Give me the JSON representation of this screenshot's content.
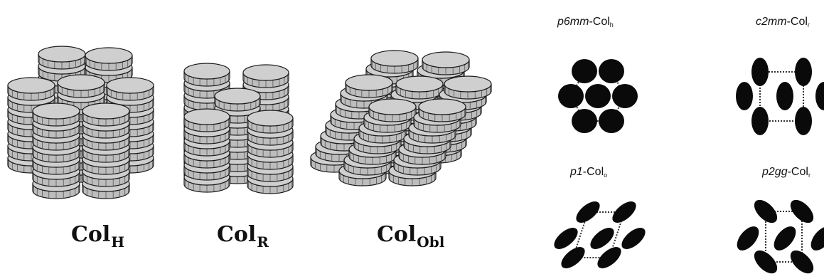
{
  "stack_labels": [
    {
      "id": "hexagonal",
      "main": "Col",
      "sub": "H"
    },
    {
      "id": "rectangular",
      "main": "Col",
      "sub": "R"
    },
    {
      "id": "oblique",
      "main": "Col",
      "sub": "Obl"
    }
  ],
  "symmetry_labels": [
    {
      "id": "p6mm",
      "group": "p6mm",
      "phase": "-Col",
      "sub": "h"
    },
    {
      "id": "c2mm",
      "group": "c2mm",
      "phase": "-Col",
      "sub": "r"
    },
    {
      "id": "p1",
      "group": "p1",
      "phase": "-Col",
      "sub": "o"
    },
    {
      "id": "p2gg",
      "group": "p2gg",
      "phase": "-Col",
      "sub": "r"
    }
  ],
  "colors": {
    "disk_top": "#cfcfcf",
    "disk_side": "#bdbdbd",
    "disk_outline": "#1a1a1a",
    "disk_rib": "#555555",
    "column_section": "#0a0a0a",
    "lattice_line": "#333333"
  }
}
